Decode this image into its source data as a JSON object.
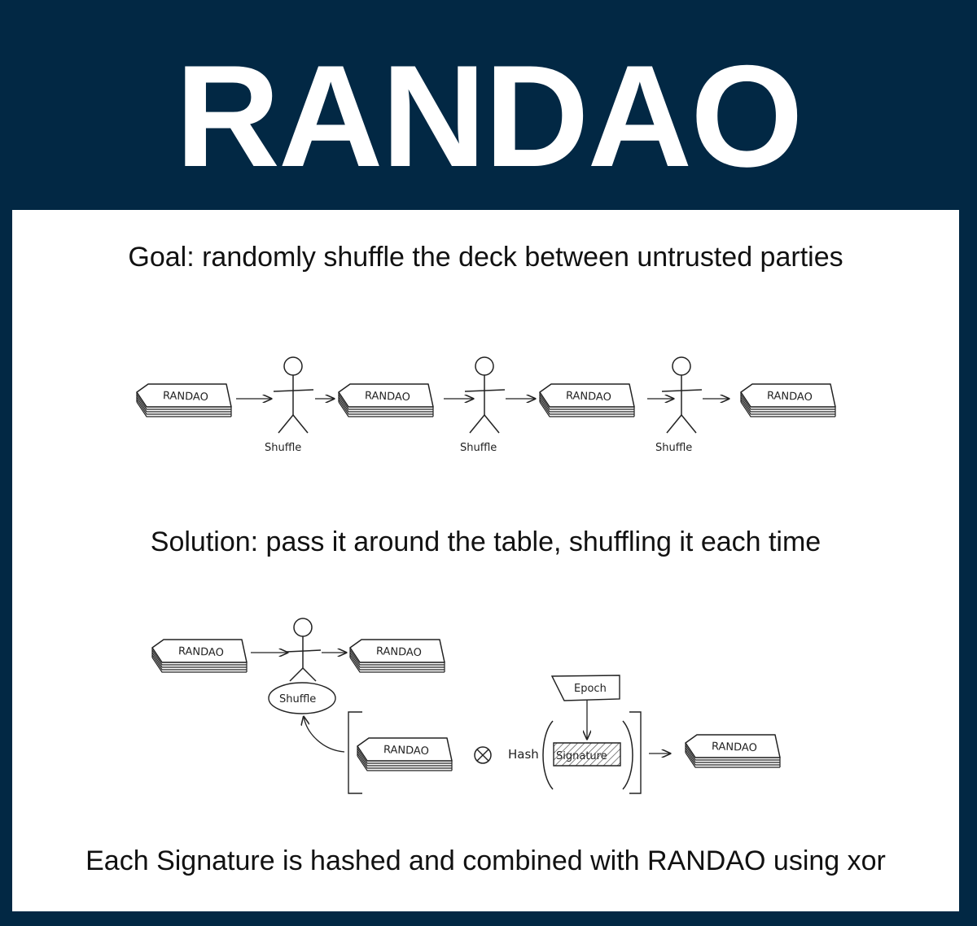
{
  "title": "RANDAO",
  "goal_text": "Goal: randomly shuffle the deck between untrusted parties",
  "solution_text": "Solution: pass it around the table, shuffling it each time",
  "footer_text": "Each Signature is hashed and combined with RANDAO using xor",
  "deck_label": "RANDAO",
  "shuffle_label": "Shuffle",
  "epoch_label": "Epoch",
  "hash_label": "Hash",
  "signature_label": "Signature",
  "xor_symbol": "⊗",
  "colors": {
    "background": "#022844",
    "panel": "#ffffff",
    "ink": "#222222"
  }
}
